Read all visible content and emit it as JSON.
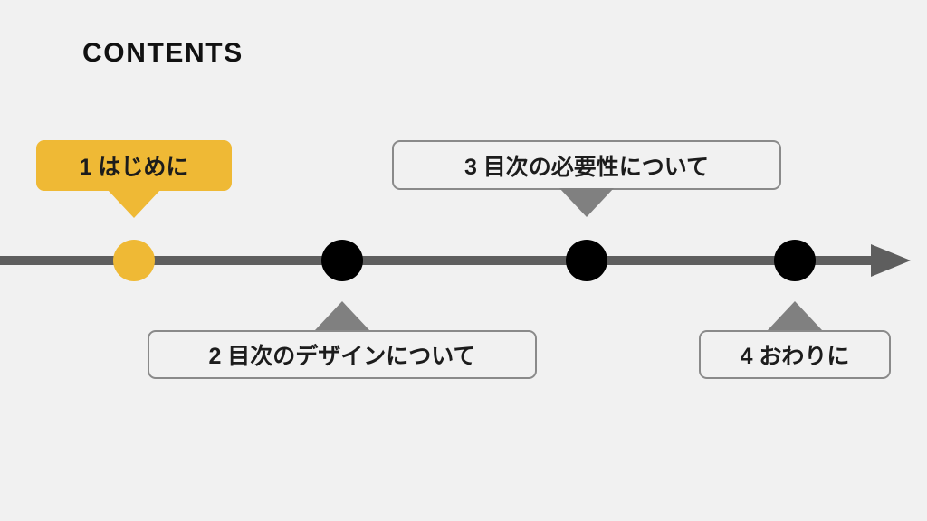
{
  "slide": {
    "title": "CONTENTS",
    "background_color": "#f1f1f1",
    "accent_color": "#efb935",
    "line_color": "#5e5e5e",
    "dot_color": "#000000",
    "box_border_color": "#8a8a8a",
    "pointer_gray_color": "#808080",
    "text_color": "#1c1c1c"
  },
  "timeline": {
    "name": "contents-timeline",
    "direction": "left-to-right",
    "arrowhead": "right-arrow-icon",
    "items": [
      {
        "number": "1",
        "label": "1 はじめに",
        "style": "filled",
        "dot_style": "accent",
        "side": "above",
        "pointer": "down"
      },
      {
        "number": "2",
        "label": "2 目次のデザインについて",
        "style": "outlined",
        "dot_style": "dark",
        "side": "below",
        "pointer": "up"
      },
      {
        "number": "3",
        "label": "3 目次の必要性について",
        "style": "outlined",
        "dot_style": "dark",
        "side": "above",
        "pointer": "down"
      },
      {
        "number": "4",
        "label": "4 おわりに",
        "style": "outlined",
        "dot_style": "dark",
        "side": "below",
        "pointer": "up"
      }
    ]
  }
}
